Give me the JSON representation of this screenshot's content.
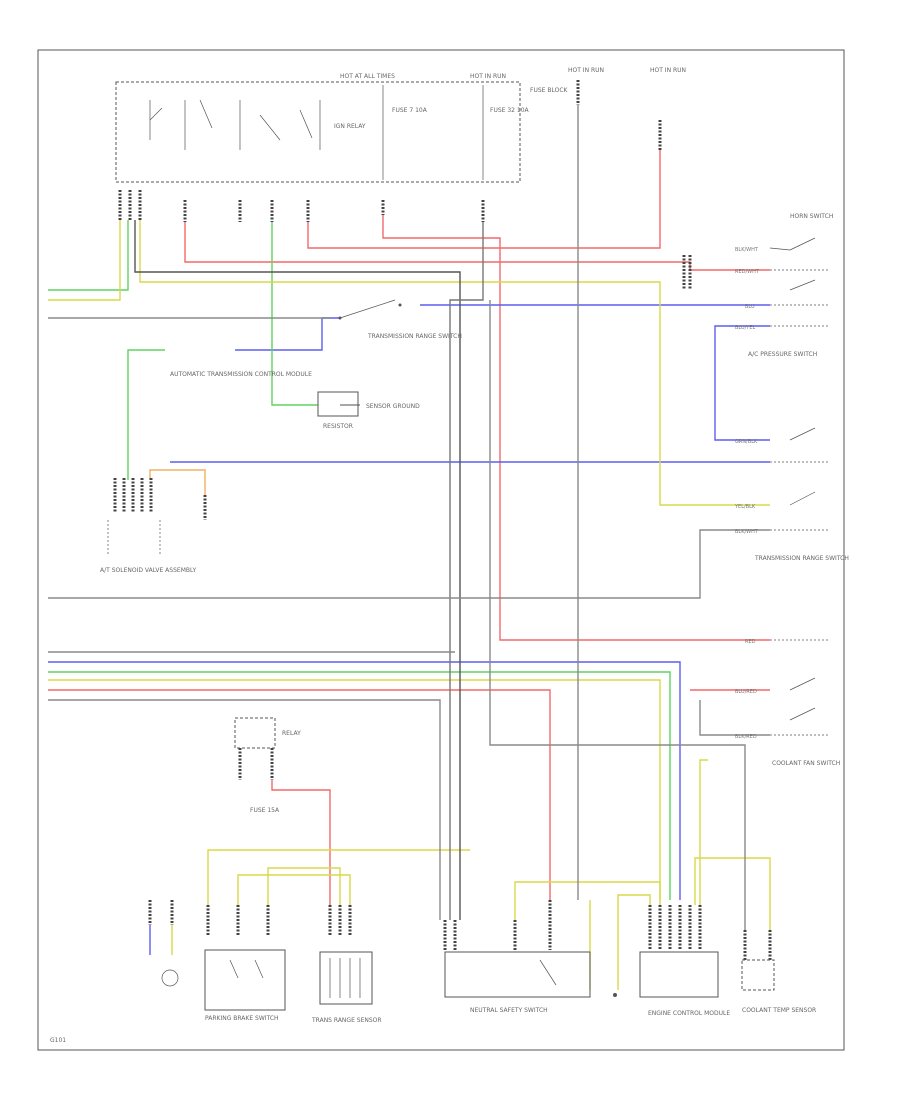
{
  "colors": {
    "frame": "#555555",
    "wire_red": "#f26a6a",
    "wire_blue": "#5d5df0",
    "wire_green": "#5fd35f",
    "wire_yellow": "#d8d84a",
    "wire_orange": "#f0b060",
    "wire_gray": "#8a8a8a",
    "wire_black": "#555555"
  },
  "labels": {
    "top_bus": "HOT AT ALL TIMES",
    "top_bus_right": "HOT IN RUN",
    "under_dash_fuse": "FUSE BLOCK",
    "hot_in_run_1": "HOT IN RUN",
    "hot_in_run_2": "HOT IN RUN",
    "fuse_1": "FUSE 7 10A",
    "fuse_2": "FUSE 32 10A",
    "relay_ign": "IGN RELAY",
    "right_switch_top": "HORN SWITCH",
    "right_switch_mid": "A/C PRESSURE SWITCH",
    "right_switch_low": "TRANSMISSION RANGE SWITCH",
    "right_switch_bottom": "COOLANT FAN SWITCH",
    "center_switch": "TRANSMISSION RANGE SWITCH",
    "left_module": "AUTOMATIC TRANSMISSION CONTROL MODULE",
    "resistor": "RESISTOR",
    "resistor_note": "SENSOR GROUND",
    "left_connector": "A/T SOLENOID VALVE ASSEMBLY",
    "relay_small": "RELAY",
    "relay_small_note": "FUSE 15A",
    "bottom_1": "PARKING BRAKE SWITCH",
    "bottom_2": "TRANS RANGE SENSOR",
    "bottom_3": "NEUTRAL SAFETY SWITCH",
    "bottom_4": "ENGINE CONTROL MODULE",
    "bottom_5": "COOLANT TEMP SENSOR",
    "ground": "G101"
  },
  "wire_labels": {
    "w1": "BLK/WHT",
    "w2": "RED/WHT",
    "w3": "BLU",
    "w4": "BLU/YEL",
    "w5": "GRN/BLK",
    "w6": "YEL/BLK",
    "w7": "BLK/WHT",
    "w8": "RED",
    "w9": "BLU/RED",
    "w10": "BLK/RED"
  }
}
